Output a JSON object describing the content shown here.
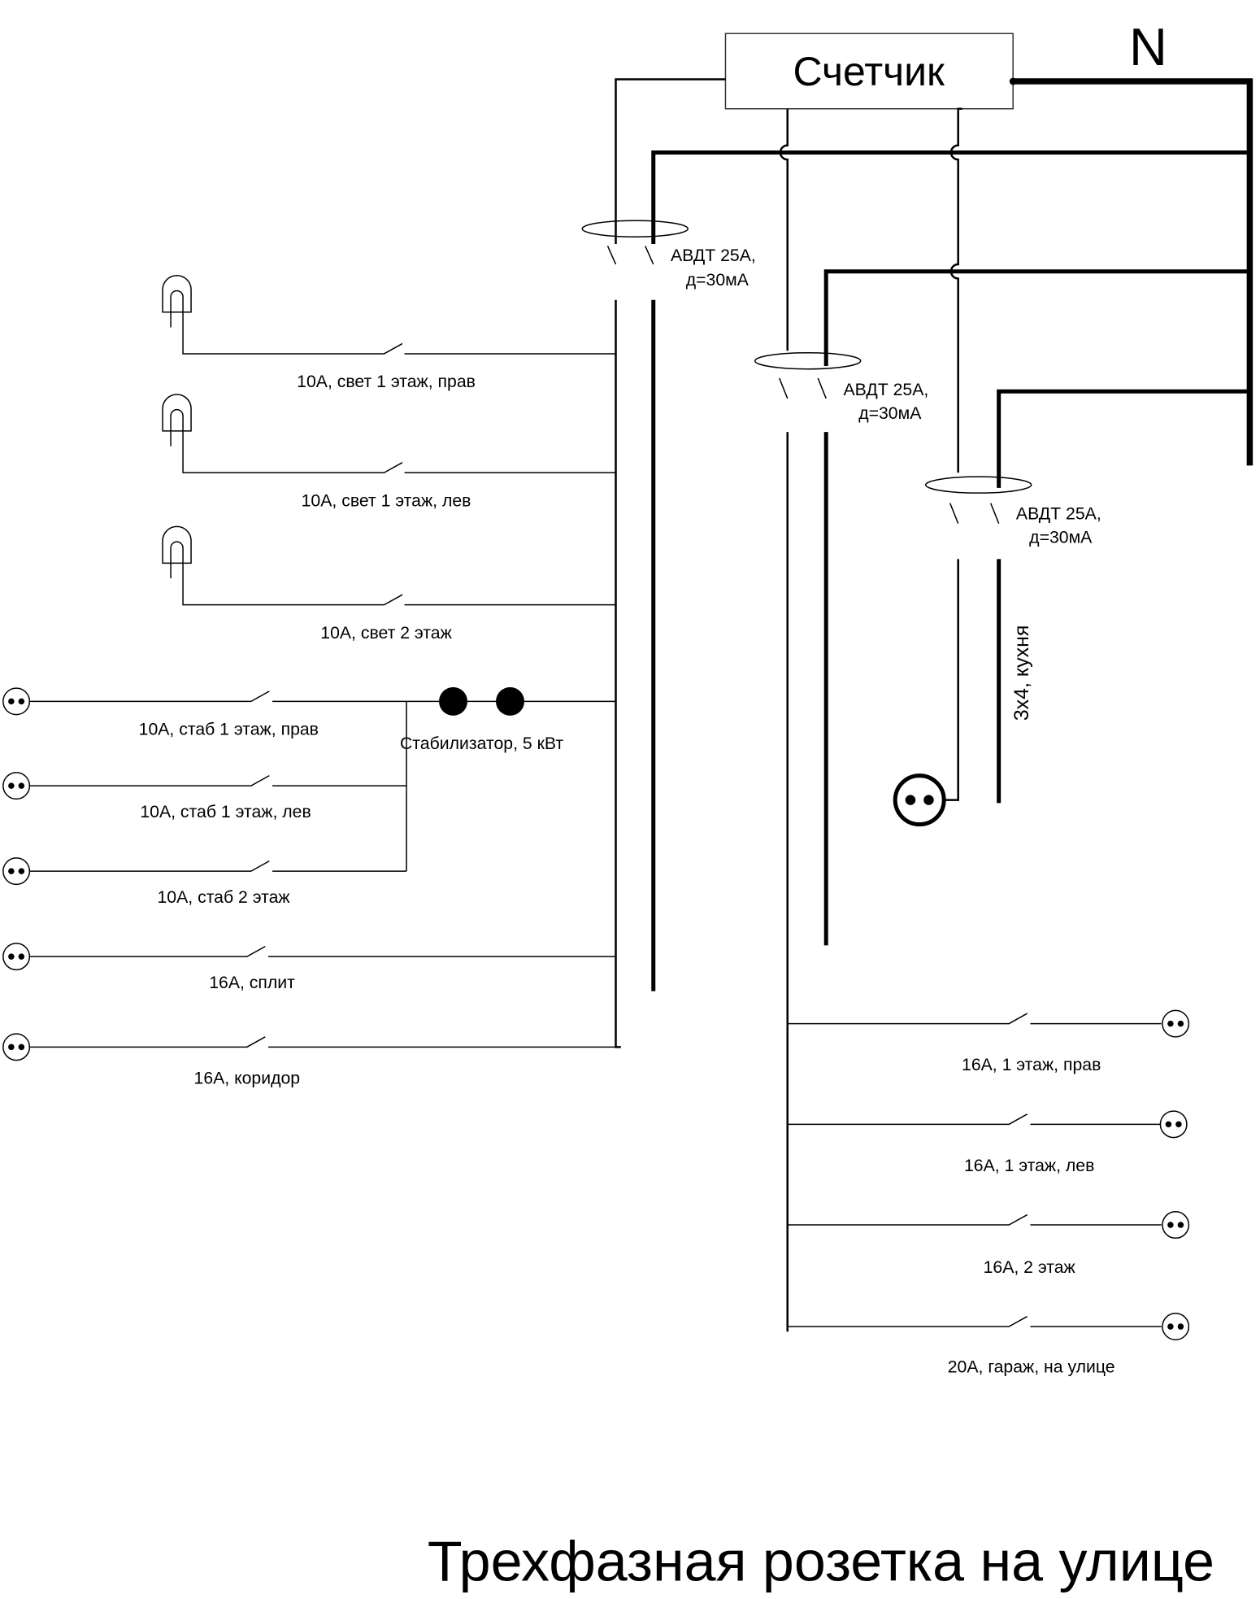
{
  "meter": {
    "label": "Счетчик"
  },
  "neutral": {
    "label": "N"
  },
  "breakers": [
    {
      "line1": "АВДТ 25А,",
      "line2": "д=30мА"
    },
    {
      "line1": "АВДТ 25А,",
      "line2": "д=30мА"
    },
    {
      "line1": "АВДТ 25А,",
      "line2": "д=30мА"
    }
  ],
  "light_circuits": [
    {
      "label": "10А, свет 1 этаж, прав"
    },
    {
      "label": "10А, свет 1 этаж, лев"
    },
    {
      "label": "10А, свет 2 этаж"
    }
  ],
  "left_sockets": [
    {
      "label": "10А, стаб 1 этаж, прав"
    },
    {
      "label": "10А, стаб 1 этаж, лев"
    },
    {
      "label": "10А, стаб 2 этаж"
    },
    {
      "label": "16А, сплит"
    },
    {
      "label": "16А, коридор"
    }
  ],
  "stabilizer": {
    "label": "Стабилизатор,  5 кВт"
  },
  "kitchen": {
    "label": "3х4, кухня"
  },
  "right_sockets": [
    {
      "label": "16А, 1 этаж, прав"
    },
    {
      "label": "16А, 1 этаж, лев"
    },
    {
      "label": "16А, 2 этаж"
    },
    {
      "label": "20А, гараж, на улице"
    }
  ],
  "title": "Трехфазная розетка на улице"
}
